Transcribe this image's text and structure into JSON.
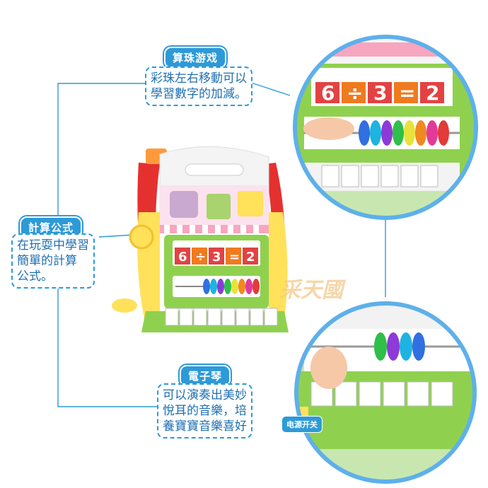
{
  "callouts": {
    "abacus": {
      "title": "算珠游戏",
      "lines": [
        "彩珠左右移動可以",
        "學習數字的加減。"
      ]
    },
    "formula": {
      "title": "計算公式",
      "lines": [
        "在玩耍中學習",
        "簡單的計算",
        "公式。"
      ]
    },
    "piano": {
      "title": "電子琴",
      "lines": [
        "可以演奏出美妙",
        "悅耳的音樂，培",
        "養寶寶音樂喜好"
      ]
    }
  },
  "power_label": "电源开关",
  "watermark": "采天國",
  "equation": [
    "6",
    "÷",
    "3",
    "=",
    "2"
  ],
  "colors": {
    "accent": "#2d9ad8",
    "roof": "#e03030",
    "body": "#ffe36a",
    "base": "#8fd14f"
  }
}
